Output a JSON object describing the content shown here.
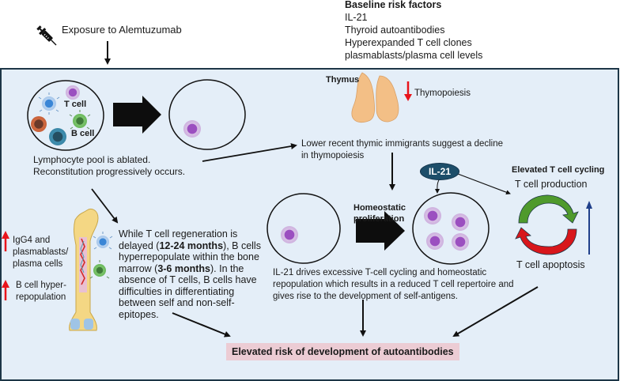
{
  "exposure": {
    "label": "Exposure to Alemtuzumab",
    "icon": "syringe-icon"
  },
  "baseline_risk": {
    "title": "Baseline risk factors",
    "items": [
      "IL-21",
      "Thyroid autoantibodies",
      "Hyperexpanded T cell clones",
      "plasmablasts/plasma cell levels"
    ]
  },
  "lymphocyte_pool": {
    "t_cell_label": "T cell",
    "b_cell_label": "B cell",
    "caption_line1": "Lymphocyte pool is ablated.",
    "caption_line2": "Reconstitution progressively occurs."
  },
  "thymus": {
    "label": "Thymus",
    "effect_label": "Thymopoiesis",
    "effect_direction": "decrease",
    "caption_line1": "Lower recent thymic immigrants suggest a decline",
    "caption_line2": "in thymopoiesis"
  },
  "homeostatic": {
    "label_line1": "Homeostatic",
    "label_line2": "proliferation",
    "caption_line1": "IL-21 drives excessive T-cell cycling and homeostatic",
    "caption_line2": "repopulation which results in a reduced T cell repertoire and",
    "caption_line3": "gives rise to the development of self-antigens."
  },
  "il21_badge": "IL-21",
  "cycling": {
    "title": "Elevated T cell cycling",
    "top_label": "T cell production",
    "bottom_label": "T cell apoptosis",
    "trend": "increase"
  },
  "b_cell_side": {
    "item1_line1": "IgG4 and",
    "item1_line2": "plasmablasts/",
    "item1_line3": "plasma cells",
    "item2_line1": "B cell hyper-",
    "item2_line2": "repopulation",
    "trend": "increase"
  },
  "bone_marrow_text": {
    "l1": "While T cell regeneration is",
    "l2_a": "delayed (",
    "l2_b": "12-24 months",
    "l2_c": "), B cells",
    "l3": "hyperrepopulate within the bone",
    "l4_a": "marrow (",
    "l4_b": "3-6 months",
    "l4_c": "). In the",
    "l5": "absence of T cells, B cells have",
    "l6": "difficulties in differentiating",
    "l7": "between self and non-self-",
    "l8": "epitopes."
  },
  "outcome": "Elevated risk of development of autoantibodies",
  "colors": {
    "panel_bg": "#e4eef8",
    "panel_border": "#1d3647",
    "outcome_bg": "#ecccd4",
    "il21_bg": "#1d4e6a",
    "up_arrow_red": "#e8141b",
    "cycle_green": "#4f9a2c",
    "cycle_red": "#d8161b",
    "trend_blue": "#1f3f8a"
  }
}
